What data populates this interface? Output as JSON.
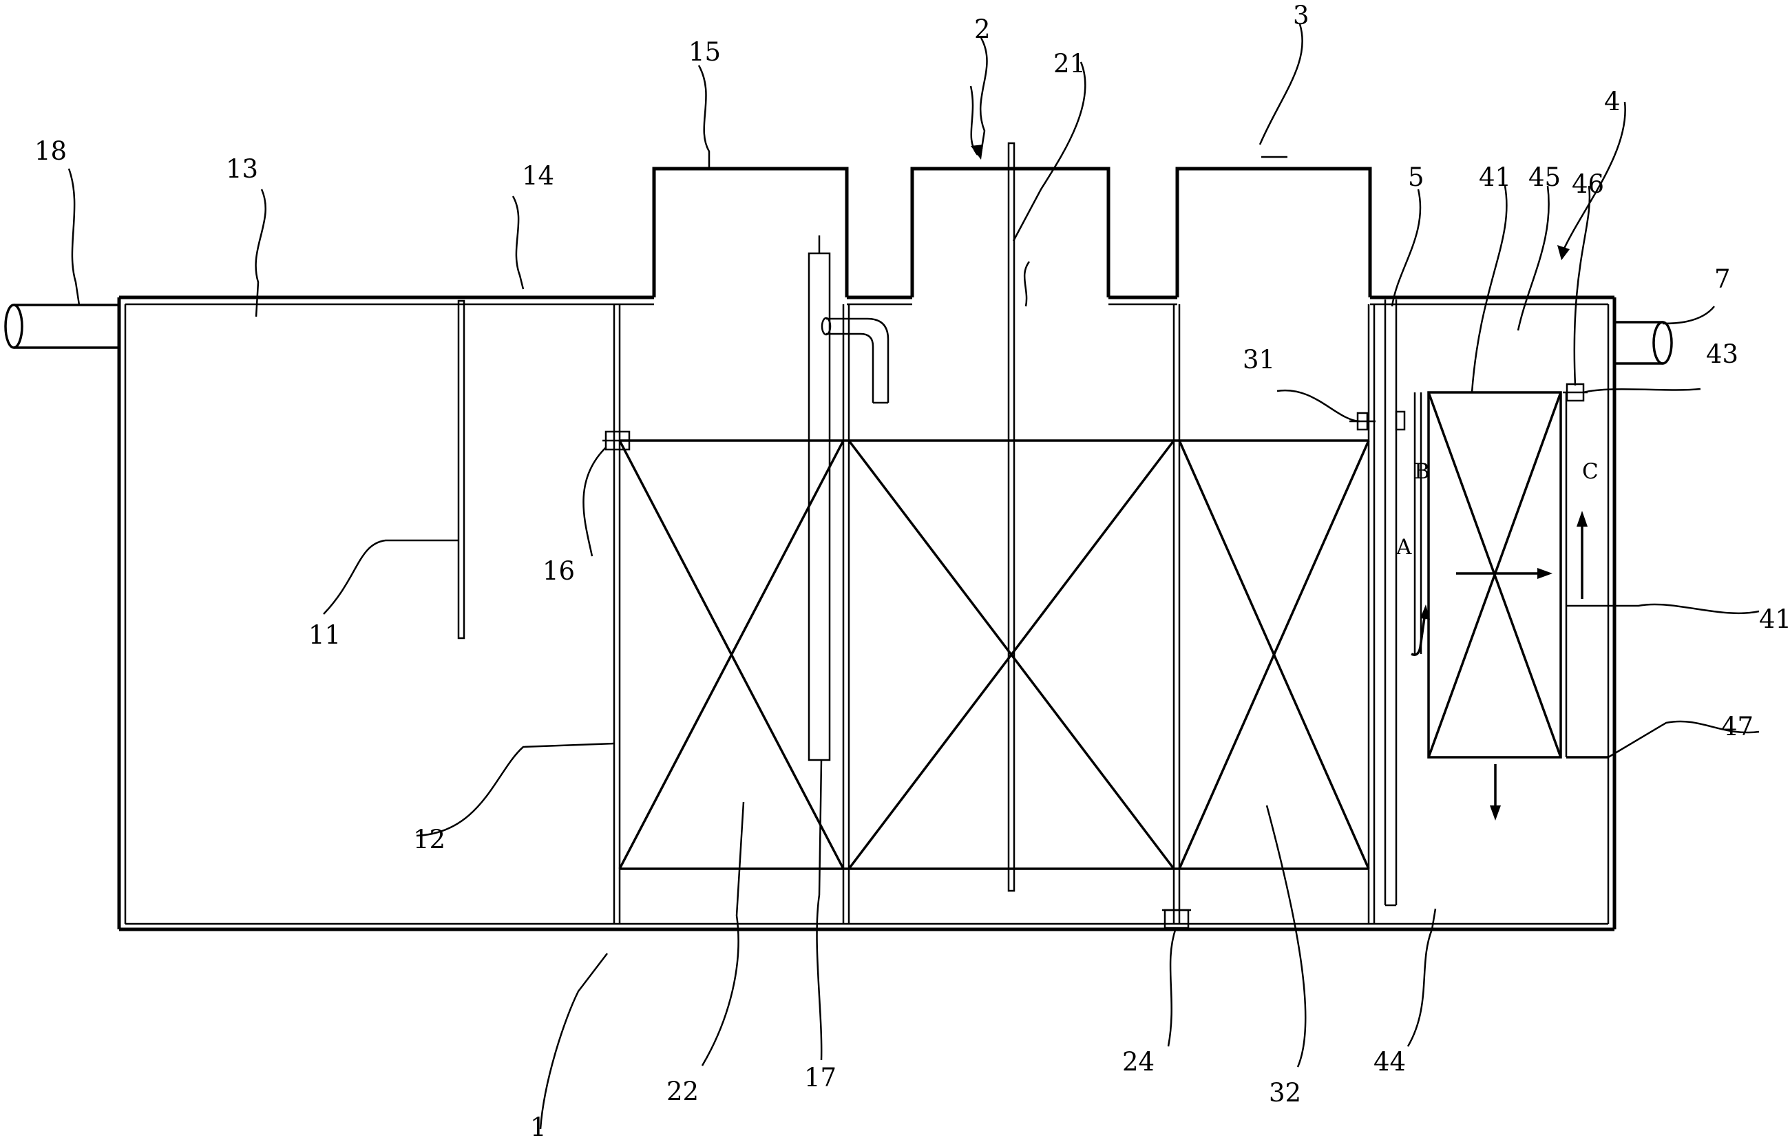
{
  "labels": {
    "l1": "1",
    "l2": "2",
    "l3": "3",
    "l4": "4",
    "l5": "5",
    "l7": "7",
    "l11": "11",
    "l12": "12",
    "l13": "13",
    "l14": "14",
    "l15": "15",
    "l16": "16",
    "l17": "17",
    "l18": "18",
    "l21": "21",
    "l22": "22",
    "l24": "24",
    "l31": "31",
    "l32": "32",
    "l41a": "41",
    "l41b": "41",
    "l43": "43",
    "l44": "44",
    "l45": "45",
    "l46": "46",
    "l47": "47",
    "lA": "A",
    "lB": "B",
    "lC": "C"
  }
}
